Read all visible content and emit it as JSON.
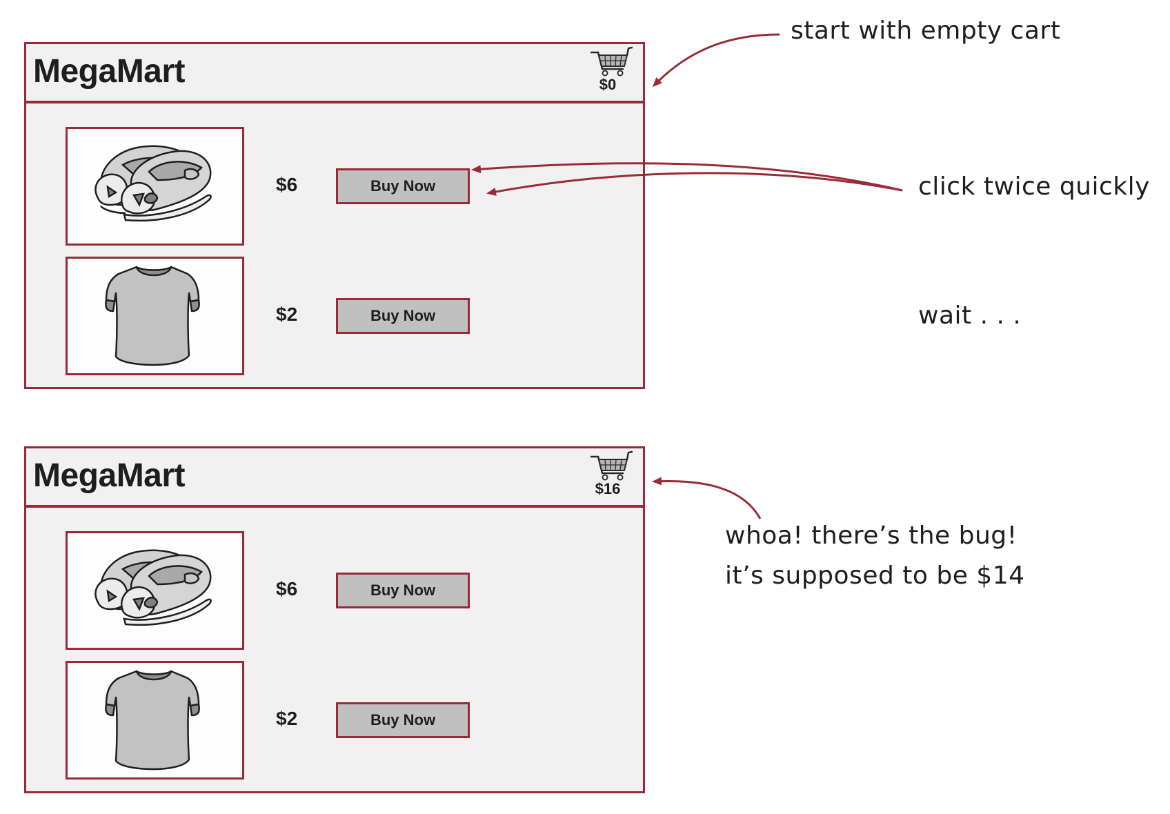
{
  "stores": [
    {
      "brand": "MegaMart",
      "cart_total": "$0",
      "products": [
        {
          "item": "shoes",
          "price": "$6",
          "button": "Buy Now"
        },
        {
          "item": "t-shirt",
          "price": "$2",
          "button": "Buy Now"
        }
      ]
    },
    {
      "brand": "MegaMart",
      "cart_total": "$16",
      "products": [
        {
          "item": "shoes",
          "price": "$6",
          "button": "Buy Now"
        },
        {
          "item": "t-shirt",
          "price": "$2",
          "button": "Buy Now"
        }
      ]
    }
  ],
  "annotations": {
    "start": "start with empty cart",
    "click": "click twice quickly",
    "wait": "wait . . .",
    "bug_line1": "whoa! there’s the bug!",
    "bug_line2": "it’s supposed to be $14"
  },
  "colors": {
    "border": "#9a2a36",
    "panel": "#f1f1f1",
    "button": "#c0c0c0",
    "arrow": "#9a2a36"
  },
  "icons": [
    "cart-icon",
    "shoes-image",
    "tshirt-image"
  ]
}
